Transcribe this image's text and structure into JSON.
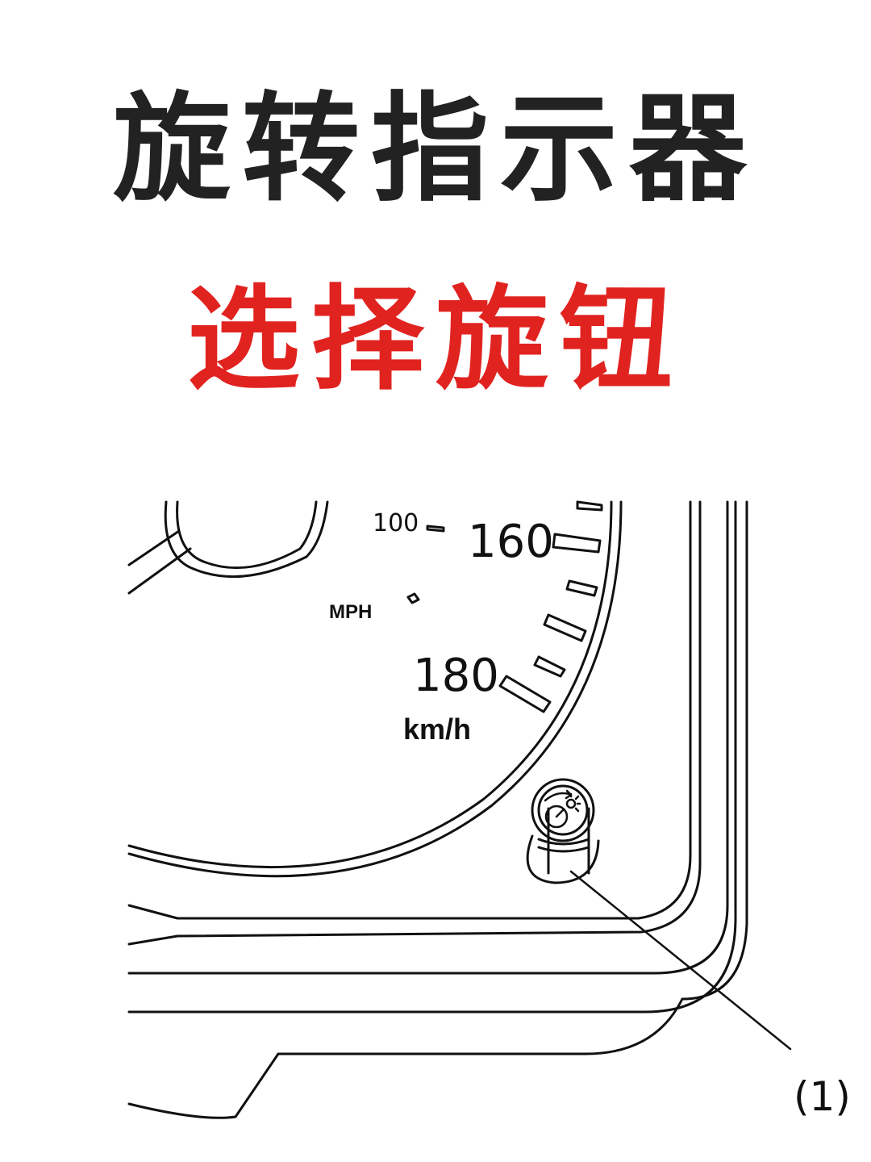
{
  "title": "旋转指示器",
  "subtitle": "选择旋钮",
  "diagram": {
    "speed_labels": {
      "mph_100": "100",
      "kmh_160": "160",
      "kmh_180": "180"
    },
    "unit_mph": "MPH",
    "unit_kmh": "km/h",
    "callout": "(1)",
    "knob_icon": "rotary-dial-brightness-icon"
  },
  "colors": {
    "title": "#222222",
    "subtitle": "#e12320",
    "line": "#111111",
    "background": "#ffffff"
  }
}
